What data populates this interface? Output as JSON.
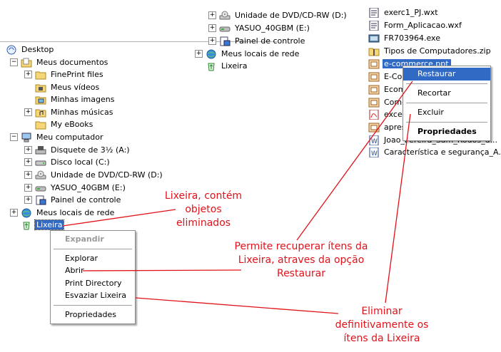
{
  "top_tree": {
    "items": [
      {
        "label": "Unidade de DVD/CD-RW (D:)",
        "expander": "+"
      },
      {
        "label": "YASUO_40GBM (E:)",
        "expander": "+"
      },
      {
        "label": "Painel de controle",
        "expander": "+"
      },
      {
        "label": "Meus locais de rede",
        "expander": "+"
      },
      {
        "label": "Lixeira",
        "expander": ""
      }
    ]
  },
  "left_tree": {
    "items": [
      {
        "label": "Desktop",
        "expander": ""
      },
      {
        "label": "Meus documentos",
        "expander": "−"
      },
      {
        "label": "FinePrint files",
        "expander": "+"
      },
      {
        "label": "Meus vídeos",
        "expander": ""
      },
      {
        "label": "Minhas imagens",
        "expander": ""
      },
      {
        "label": "Minhas músicas",
        "expander": "+"
      },
      {
        "label": "My eBooks",
        "expander": ""
      },
      {
        "label": "Meu computador",
        "expander": "−"
      },
      {
        "label": "Disquete de 3½ (A:)",
        "expander": "+"
      },
      {
        "label": "Disco local (C:)",
        "expander": "+"
      },
      {
        "label": "Unidade de DVD/CD-RW (D:)",
        "expander": "+"
      },
      {
        "label": "YASUO_40GBM (E:)",
        "expander": "+"
      },
      {
        "label": "Painel de controle",
        "expander": "+"
      },
      {
        "label": "Meus locais de rede",
        "expander": "+"
      },
      {
        "label": "Lixeira",
        "expander": ""
      }
    ]
  },
  "file_list": {
    "items": [
      {
        "label": "exerc1_PJ.wxt"
      },
      {
        "label": "Form_Aplicacao.wxf"
      },
      {
        "label": "FR703964.exe"
      },
      {
        "label": "Tipos de Computadores.zip"
      },
      {
        "label": "e-commerce.ppt"
      },
      {
        "label": "E-Cor"
      },
      {
        "label": "Ecom"
      },
      {
        "label": "Come"
      },
      {
        "label": "excel"
      },
      {
        "label": "apres"
      },
      {
        "label": "Joao_Pereira_Sam_Rodos_d..."
      },
      {
        "label": "Característica e segurança_A..."
      }
    ]
  },
  "right_menu": {
    "restaurar": "Restaurar",
    "recortar": "Recortar",
    "excluir": "Excluir",
    "propriedades": "Propriedades"
  },
  "left_menu": {
    "expandir": "Expandir",
    "explorar": "Explorar",
    "abrir": "Abrir",
    "print_directory": "Print Directory",
    "esvaziar": "Esvaziar Lixeira",
    "propriedades": "Propriedades"
  },
  "annotations": {
    "lixeira_line1": "Lixeira, contém",
    "lixeira_line2": "objetos",
    "lixeira_line3": "eliminados",
    "restaurar_line1": "Permite recuperar ítens da",
    "restaurar_line2": "Lixeira, atraves da opção",
    "restaurar_line3": "Restaurar",
    "eliminar_line1": "Eliminar",
    "eliminar_line2": "definitivamente os",
    "eliminar_line3": "ítens da Lixeira"
  },
  "colors": {
    "selection": "#316ac5",
    "annotation": "#e2121a"
  }
}
